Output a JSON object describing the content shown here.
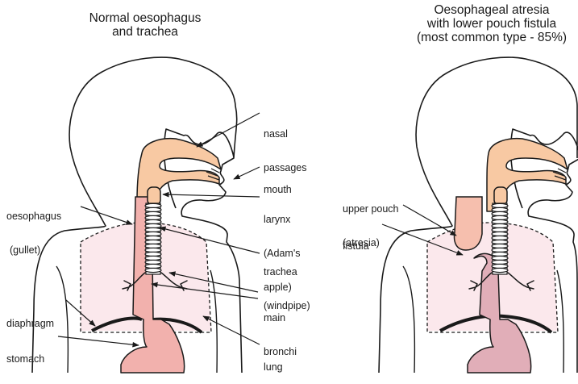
{
  "panels": [
    {
      "title_lines": [
        "Normal oesophagus",
        "and trachea"
      ],
      "labels": {
        "nasal": [
          "nasal",
          "passages"
        ],
        "mouth": [
          "mouth"
        ],
        "larynx": [
          "larynx",
          "(Adam's",
          "apple)"
        ],
        "oesophagus": [
          "oesophagus",
          "(gullet)"
        ],
        "trachea": [
          "trachea",
          "(windpipe)"
        ],
        "bronchi": [
          "main",
          "bronchi"
        ],
        "diaphragm": [
          "diaphragm"
        ],
        "stomach": [
          "stomach"
        ],
        "lung": [
          "lung"
        ]
      }
    },
    {
      "title_lines": [
        "Oesophageal atresia",
        "with lower pouch fistula",
        "(most common type - 85%)"
      ],
      "labels": {
        "upper_pouch": [
          "upper pouch",
          "(atresia)"
        ],
        "fistula": [
          "fistula"
        ]
      }
    }
  ],
  "colors": {
    "outline": "#1a1a1a",
    "nasal_tract": "#f8c9a3",
    "oesophagus_normal": "#f2b1ad",
    "oesophagus_atresia": "#e1aeb8",
    "upper_pouch": "#f6bfae",
    "lung": "#fbe8ec",
    "trachea": "#ffffff"
  }
}
